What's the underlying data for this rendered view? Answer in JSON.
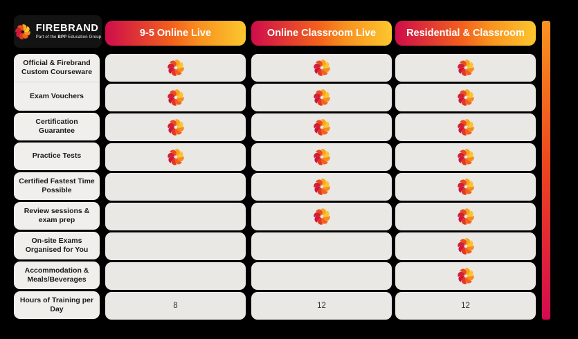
{
  "brand": {
    "name": "FIREBRAND",
    "tagline_prefix": "Part of the ",
    "tagline_bold": "BPP",
    "tagline_suffix": " Education Group"
  },
  "columns": [
    "9-5 Online Live",
    "Online Classroom Live",
    "Residential & Classroom"
  ],
  "rows": [
    {
      "label": "Official & Firebrand Custom Courseware",
      "values": [
        "check",
        "check",
        "check"
      ]
    },
    {
      "label": "Exam Vouchers",
      "values": [
        "check",
        "check",
        "check"
      ]
    },
    {
      "label": "Certification Guarantee",
      "values": [
        "check",
        "check",
        "check"
      ]
    },
    {
      "label": "Practice Tests",
      "values": [
        "check",
        "check",
        "check"
      ]
    },
    {
      "label": "Certified Fastest Time Possible",
      "values": [
        "",
        "check",
        "check"
      ]
    },
    {
      "label": "Review sessions & exam prep",
      "values": [
        "",
        "check",
        "check"
      ]
    },
    {
      "label": "On-site Exams Organised for You",
      "values": [
        "",
        "",
        "check"
      ]
    },
    {
      "label": "Accommodation & Meals/Beverages",
      "values": [
        "",
        "",
        "check"
      ]
    },
    {
      "label": "Hours of Training per Day",
      "values": [
        "8",
        "12",
        "12"
      ]
    }
  ],
  "icons": {
    "check": "firebrand-spiral-icon",
    "petal_colors": [
      "#f9a71f",
      "#fcc32c",
      "#f88a1e",
      "#f2601c",
      "#e4371f",
      "#d01540",
      "#cf2130",
      "#eb4d1e"
    ]
  },
  "colors": {
    "background": "#000000",
    "header_gradient_start": "#ce0d4b",
    "header_gradient_mid": "#f3611c",
    "header_gradient_end": "#fcc72e",
    "accent_bar_top": "#f8941f",
    "accent_bar_bottom": "#d50a4e",
    "label_bg": "#f1efec",
    "cell_bg": "#eae8e5",
    "logo_card_bg": "#131313"
  }
}
